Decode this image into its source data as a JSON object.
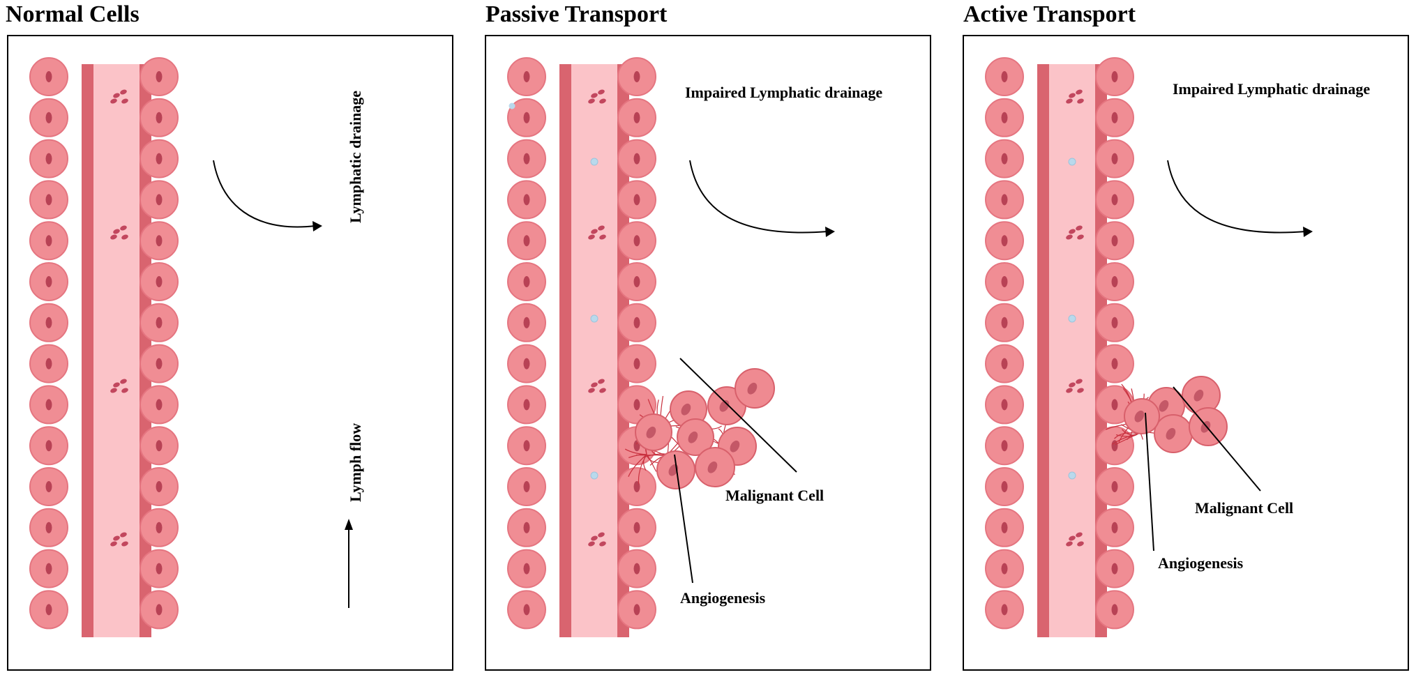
{
  "colors": {
    "cell_fill": "#f08d94",
    "cell_stroke": "#e57580",
    "nucleus": "#b84255",
    "vessel_wall": "#d9646f",
    "vessel_lumen": "#fbc3c8",
    "lymph_fill": "#e8454e",
    "lymph_dark": "#a8182a",
    "tumor_fill": "#ef8a91",
    "particle": "#b9d9ec"
  },
  "panels": [
    {
      "title": "Normal Cells",
      "lymphatic_drainage": "Lymphatic drainage",
      "lymph_flow": "Lymph flow"
    },
    {
      "title": "Passive Transport",
      "impaired": "Impaired Lymphatic drainage",
      "malignant": "Malignant Cell",
      "angiogenesis": "Angiogenesis"
    },
    {
      "title": "Active Transport",
      "impaired": "Impaired Lymphatic drainage",
      "malignant": "Malignant Cell",
      "angiogenesis": "Angiogenesis"
    }
  ]
}
